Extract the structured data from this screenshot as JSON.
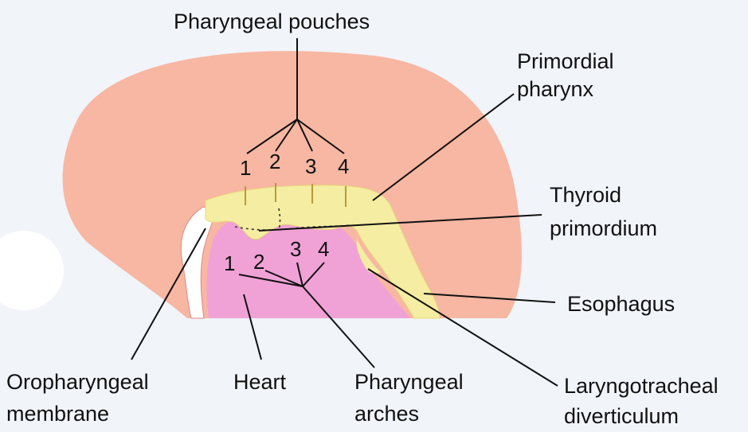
{
  "labels": {
    "pharyngeal_pouches": "Pharyngeal pouches",
    "primordial_pharynx": [
      "Primordial",
      "pharynx"
    ],
    "thyroid_primordium": [
      "Thyroid",
      "primordium"
    ],
    "esophagus": "Esophagus",
    "laryngotracheal_diverticulum": [
      "Laryngotracheal",
      "diverticulum"
    ],
    "pharyngeal_arches": [
      "Pharyngeal",
      "arches"
    ],
    "heart": "Heart",
    "oropharyngeal_membrane": [
      "Oropharyngeal",
      "membrane"
    ]
  },
  "pouch_numbers": [
    "1",
    "2",
    "3",
    "4"
  ],
  "arch_numbers": [
    "1",
    "2",
    "3",
    "4"
  ],
  "colors": {
    "background": "#f1f4f9",
    "embryo": "#f7b7a3",
    "pharynx": "#f5eda2",
    "heart": "#f0a2d6",
    "lines": "#111111"
  }
}
